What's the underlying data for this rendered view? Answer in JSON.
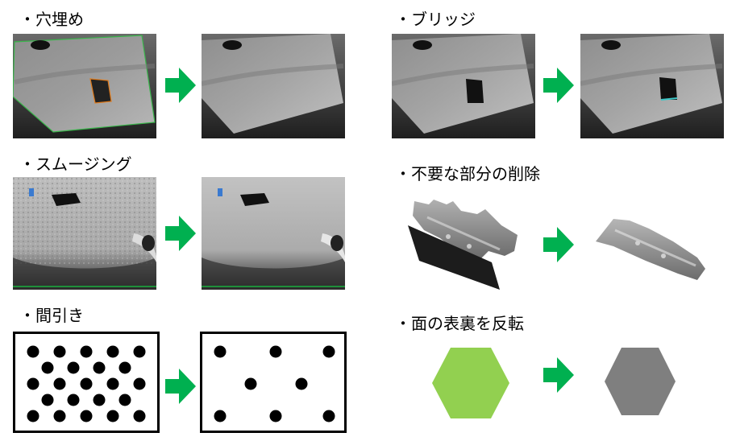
{
  "sections": {
    "hole_fill": {
      "label": "・穴埋め"
    },
    "bridge": {
      "label": "・ブリッジ"
    },
    "smoothing": {
      "label": "・スムージング"
    },
    "delete_parts": {
      "label": "・不要な部分の削除"
    },
    "decimation": {
      "label": "・間引き"
    },
    "flip_faces": {
      "label": "・面の表裏を反転"
    }
  },
  "colors": {
    "arrow": "#00b050",
    "hex_front": "#92d050",
    "hex_back": "#7f7f7f",
    "dot": "#000000"
  },
  "decimation": {
    "before_dot_count": 23,
    "after_dot_count": 8
  }
}
